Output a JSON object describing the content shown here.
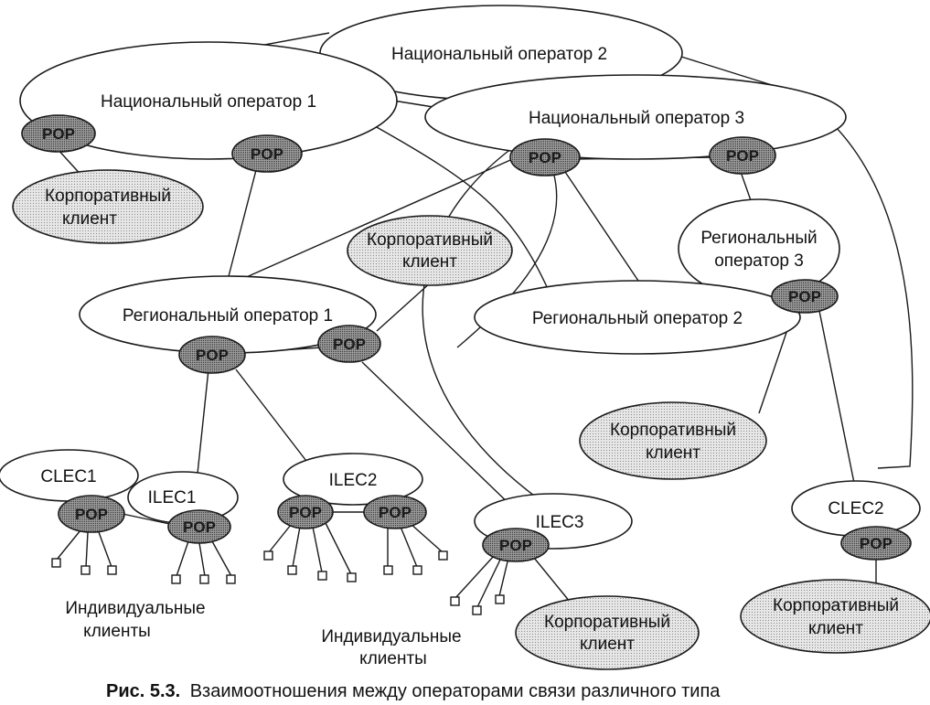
{
  "colors": {
    "line": "#1a1a1a",
    "operator_fill": "#ffffff",
    "client_fill": "#d8d8d8",
    "pop_fill": "#8f8f8f"
  },
  "pop_label": "POP",
  "operators": {
    "nat1": "Национальный оператор 1",
    "nat2": "Национальный оператор 2",
    "nat3": "Национальный оператор 3",
    "reg1": "Региональный оператор 1",
    "reg2": "Региональный оператор 2",
    "reg3_line1": "Региональный",
    "reg3_line2": "оператор 3",
    "clec1": "CLEC1",
    "ilec1": "ILEC1",
    "ilec2": "ILEC2",
    "ilec3": "ILEC3",
    "clec2": "CLEC2"
  },
  "corporate_client": {
    "line1": "Корпоративный",
    "line2": "клиент"
  },
  "individual_clients": {
    "line1": "Индивидуальные",
    "line2": "клиенты"
  },
  "caption": {
    "number": "Рис. 5.3.",
    "text": "Взаимоотношения между операторами связи различного типа"
  }
}
